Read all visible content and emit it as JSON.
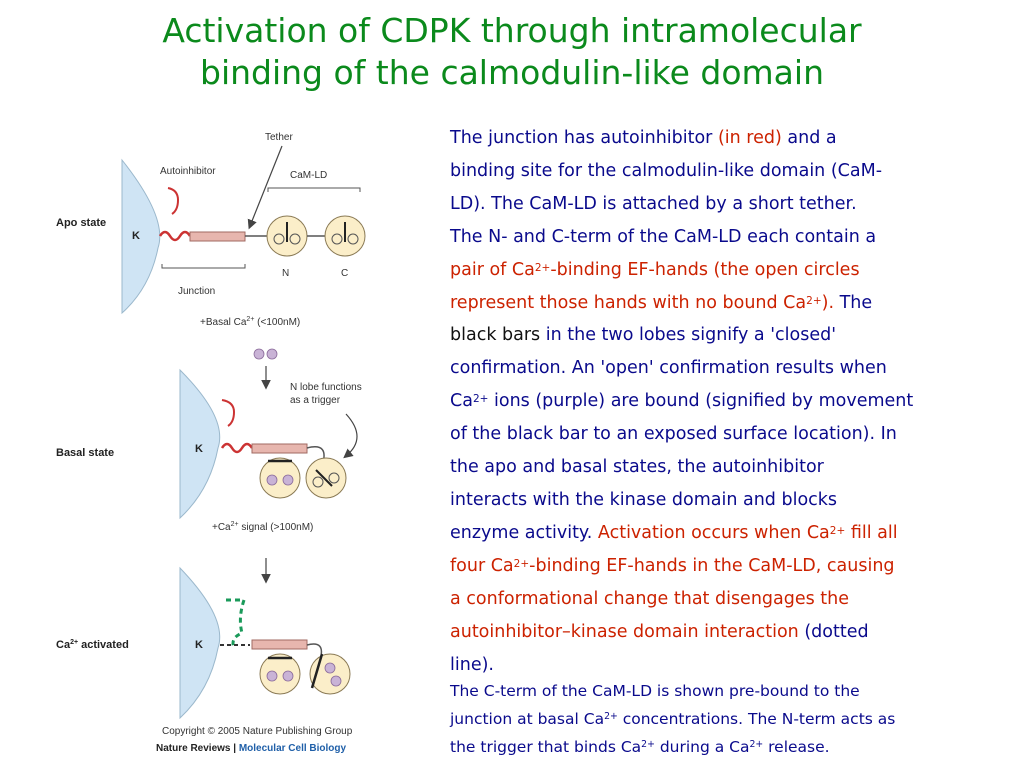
{
  "title": {
    "line1": "Activation of CDPK through intramolecular",
    "line2": "binding of the calmodulin-like domain"
  },
  "figure": {
    "apo_state_label": "Apo state",
    "basal_state_label": "Basal state",
    "activated_label_pre": "Ca",
    "activated_label_sup": "2+",
    "activated_label_post": " activated",
    "kinase_label": "K",
    "tether_label": "Tether",
    "autoinhibitor_label": "Autoinhibitor",
    "camld_label": "CaM-LD",
    "n_label": "N",
    "c_label": "C",
    "junction_label": "Junction",
    "basal_ca_pre": "+Basal Ca",
    "basal_ca_sup": "2+",
    "basal_ca_post": " (<100nM)",
    "n_lobe_line1": "N lobe functions",
    "n_lobe_line2": "as a trigger",
    "signal_pre": "+Ca",
    "signal_sup": "2+",
    "signal_post": " signal (>100nM)",
    "copyright": "Copyright © 2005 Nature Publishing Group",
    "journal_left": "Nature Reviews",
    "journal_sep": " | ",
    "journal_right": "Molecular Cell Biology"
  },
  "body_text": {
    "l1_a": "The junction has autoinhibitor ",
    "l1_b": "(in red)",
    "l1_c": " and a",
    "l2": "binding site for the calmodulin-like domain (CaM-",
    "l3": "LD). The CaM-LD is attached by a short tether.",
    "l4": "The N- and C-term of the CaM-LD each contain a",
    "l5_a": "pair of Ca",
    "l5_sup": "2+",
    "l5_b": "-binding EF-hands (the open circles",
    "l6_a": "represent those hands with no bound Ca",
    "l6_sup": "2+",
    "l6_b": ").",
    "l6_c": " The",
    "l7_a": "black bars",
    "l7_b": " in the two lobes signify a 'closed'",
    "l8": "confirmation. An 'open' confirmation results when",
    "l9_a": "Ca",
    "l9_sup": "2+",
    "l9_b": " ions (purple) are bound (signified by movement",
    "l10": "of the black bar to an exposed surface location). In",
    "l11": "the apo and basal states, the autoinhibitor",
    "l12": "interacts with the kinase domain and blocks",
    "l13_a": "enzyme activity. ",
    "l13_b": "Activation occurs when Ca",
    "l13_sup": "2+",
    "l13_c": " fill all",
    "l14_a": "four Ca",
    "l14_sup": "2+",
    "l14_b": "-binding EF-hands in the CaM-LD, causing",
    "l15": "a conformational change that disengages the",
    "l16_a": "autoinhibitor–kinase domain interaction",
    "l16_b": " (dotted",
    "l17": "line)."
  },
  "note_text": {
    "l1": "The C-term of the CaM-LD is shown pre-bound to the",
    "l2_a": "junction at basal Ca",
    "l2_sup": "2+",
    "l2_b": " concentrations. The N-term acts as",
    "l3_a": "the trigger that binds Ca",
    "l3_sup": "2+",
    "l3_b": " during a Ca",
    "l3_sup2": "2+",
    "l3_c": " release."
  },
  "colors": {
    "title": "#0b8a1c",
    "body_text": "#0a0a8c",
    "highlight_red": "#cc2200",
    "kinase_fill": "#cfe4f4",
    "lobe_fill": "#fbeec9",
    "junction_fill": "#e7b6ae",
    "autoinhibitor": "#cc3333",
    "calcium": "#c9b3d6",
    "dotted_green": "#1a9a5a"
  }
}
